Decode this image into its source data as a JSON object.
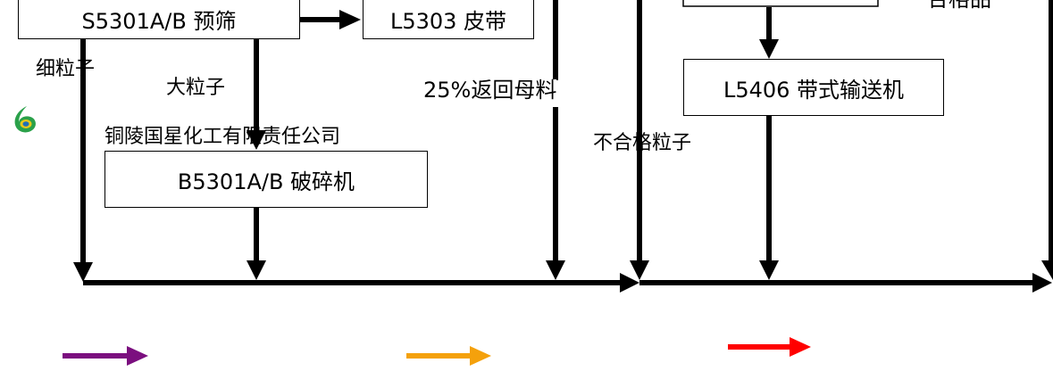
{
  "boxes": {
    "prescreen": "S5301A/B 预筛",
    "belt_l5303": "L5303 皮带",
    "belt_l5406": "L5406 带式输送机",
    "crusher": "B5301A/B 破碎机"
  },
  "labels": {
    "fine_particles": "细粒子",
    "large_particles": "大粒子",
    "return_mother": "25%返回母料",
    "unqualified": "不合格粒子",
    "qualified_partial": "合格品",
    "company": "铜陵国星化工有限责任公司"
  },
  "legend": [
    {
      "color": "#7b0f7f"
    },
    {
      "color": "#f4a10c"
    },
    {
      "color": "#ff0000"
    }
  ]
}
